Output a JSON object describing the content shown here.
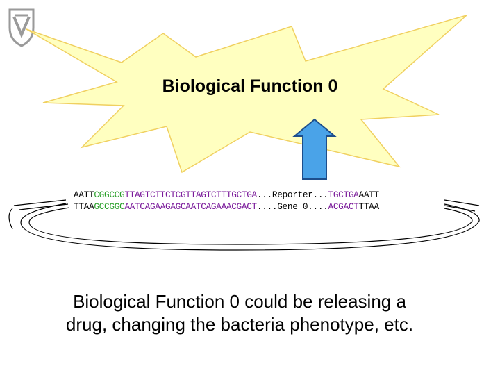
{
  "logo": {
    "icon": "technion-logo-icon"
  },
  "burst": {
    "title": "Biological Function 0",
    "fill": "#ffffc0",
    "stroke": "#f0d060"
  },
  "arrow": {
    "fill": "#4aa3e8",
    "stroke": "#1d4e8c"
  },
  "plasmid": {
    "top_strand": [
      {
        "text": "AATT",
        "color": "black"
      },
      {
        "text": "CGGCCG",
        "color": "green"
      },
      {
        "text": "TTAGTCTTCTCGTTAGTCTTTGCTGA",
        "color": "purple"
      },
      {
        "text": "...Reporter...",
        "color": "black"
      },
      {
        "text": "TGCTGA",
        "color": "purple"
      },
      {
        "text": "AATT",
        "color": "black"
      }
    ],
    "bottom_strand": [
      {
        "text": "TTAA",
        "color": "black"
      },
      {
        "text": "GCCGGC",
        "color": "green"
      },
      {
        "text": "AATCAGAAGAGCAATCAGAAACGACT",
        "color": "purple"
      },
      {
        "text": "....Gene 0....",
        "color": "black"
      },
      {
        "text": "ACGACT",
        "color": "purple"
      },
      {
        "text": "TTAA",
        "color": "black"
      }
    ]
  },
  "caption": {
    "line1": "Biological Function 0 could be releasing a",
    "line2": "drug, changing the bacteria phenotype, etc."
  }
}
